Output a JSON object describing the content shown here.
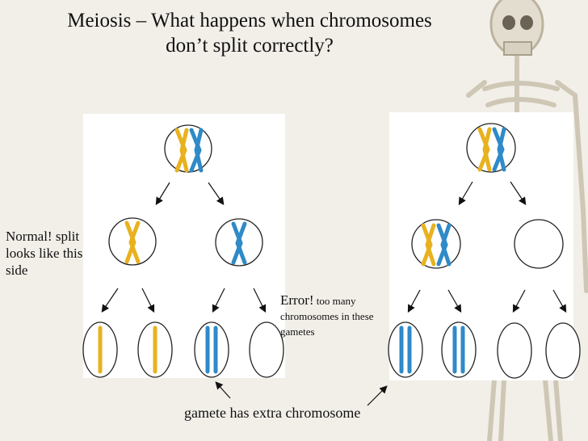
{
  "slide": {
    "title_line1": "Meiosis – What happens when chromosomes",
    "title_line2": "don’t split correctly?",
    "normal_note": "Normal! split looks like this side",
    "error_label": "Error!",
    "error_detail": "too many chromosomes in these gametes",
    "bottom_caption": "gamete has extra chromosome"
  },
  "colors": {
    "yellow_chromosome": "#e8b21e",
    "blue_chromosome": "#2f8ac8",
    "panel_bg": "#ffffff",
    "slide_bg": "#f2efe9"
  },
  "icons": [
    "skeleton-figure",
    "arrow-icon",
    "cell-circle"
  ]
}
